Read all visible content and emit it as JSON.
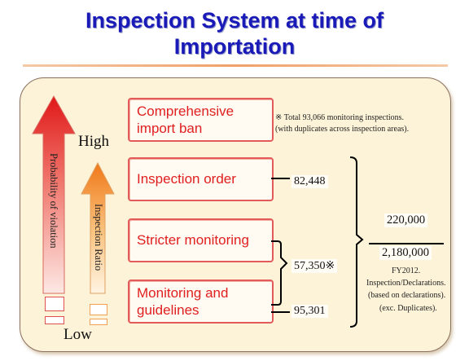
{
  "title": {
    "line1": "Inspection System at time of",
    "line2": "Importation"
  },
  "levels": [
    {
      "label_line1": "Comprehensive",
      "label_line2": "import ban"
    },
    {
      "label_line1": "Inspection order",
      "label_line2": ""
    },
    {
      "label_line1": "Stricter monitoring",
      "label_line2": ""
    },
    {
      "label_line1": "Monitoring and",
      "label_line2": "guidelines"
    }
  ],
  "note": {
    "line1": "※ Total 93,066 monitoring inspections.",
    "line2": "(with duplicates across inspection areas)."
  },
  "values": {
    "inspection_order": "82,448",
    "stricter_monitoring": "57,350※",
    "monitoring_guidelines": "95,301"
  },
  "totals": {
    "numerator": "220,000",
    "denominator": "2,180,000",
    "fy": "FY2012.",
    "desc1": "Inspection/Declarations.",
    "desc2": "(based on declarations).",
    "desc3": "(exc. Duplicates)."
  },
  "axis": {
    "high": "High",
    "low": "Low",
    "probability_label": "Probability of violation",
    "ratio_label": "Inspection Ratio"
  },
  "colors": {
    "title": "#1a1ab8",
    "box_border": "#e25a5a",
    "box_text": "#e02020",
    "panel_bg": "#fdf3d8",
    "red_arrow": "#e03030",
    "orange_arrow": "#f08a2a"
  }
}
